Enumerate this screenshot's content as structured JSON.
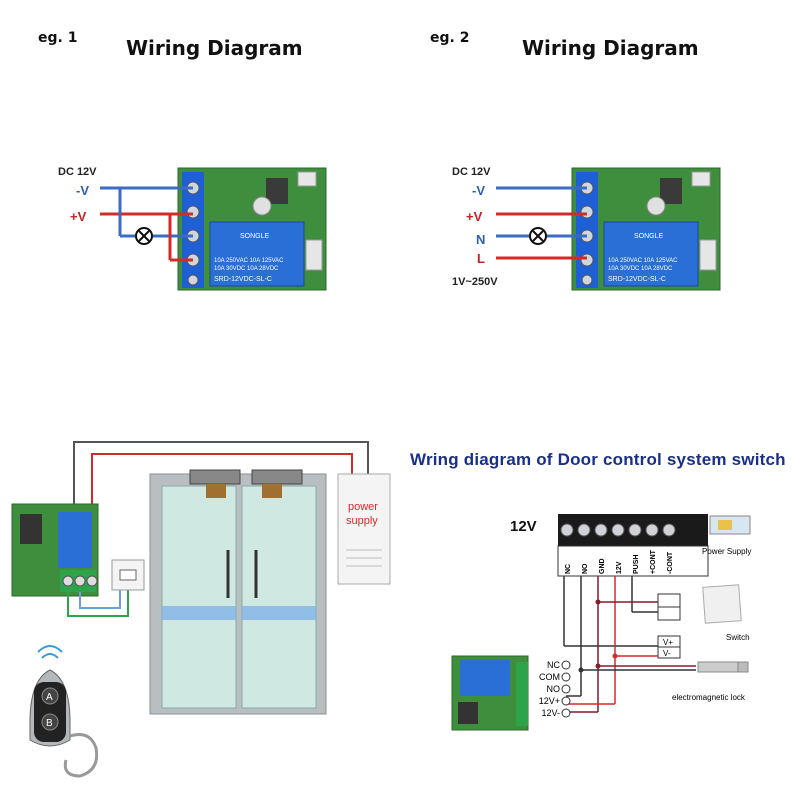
{
  "eg1": {
    "tag": "eg. 1",
    "title": "Wiring Diagram",
    "dc_label": "DC 12V",
    "neg_label": "-V",
    "pos_label": "+V"
  },
  "eg2": {
    "tag": "eg. 2",
    "title": "Wiring Diagram",
    "dc_label": "DC 12V",
    "neg_label": "-V",
    "pos_label": "+V",
    "n_label": "N",
    "l_label": "L",
    "range_label": "1V~250V"
  },
  "relay": {
    "brand": "SONGLE",
    "rating1": "10A 250VAC  10A 125VAC",
    "rating2": "10A  30VDC  10A  28VDC",
    "model": "SRD-12VDC-SL-C"
  },
  "door_left": {
    "psu_label_line1": "power",
    "psu_label_line2": "supply",
    "remote_button_a": "A",
    "remote_button_b": "B"
  },
  "door_right": {
    "title": "Wring diagram of Door control system switch",
    "voltage": "12V",
    "terminals": [
      "NC",
      "NO",
      "GND",
      "12V",
      "PUSH",
      "+CONT",
      "-CONT"
    ],
    "power_supply_label": "Power Supply",
    "switch_label": "Switch",
    "vplus": "V+",
    "vminus": "V-",
    "lock_label": "electromagnetic lock",
    "module_pins": [
      "NC",
      "COM",
      "NO",
      "12V+",
      "12V-"
    ]
  },
  "colors": {
    "wire_blue": "#3a6cc4",
    "wire_red": "#d42a2a",
    "wire_grey": "#555555",
    "wire_green": "#2ea44a",
    "terminal_blue": "#1f5fd6",
    "pcb_green": "#3a8a3a"
  }
}
